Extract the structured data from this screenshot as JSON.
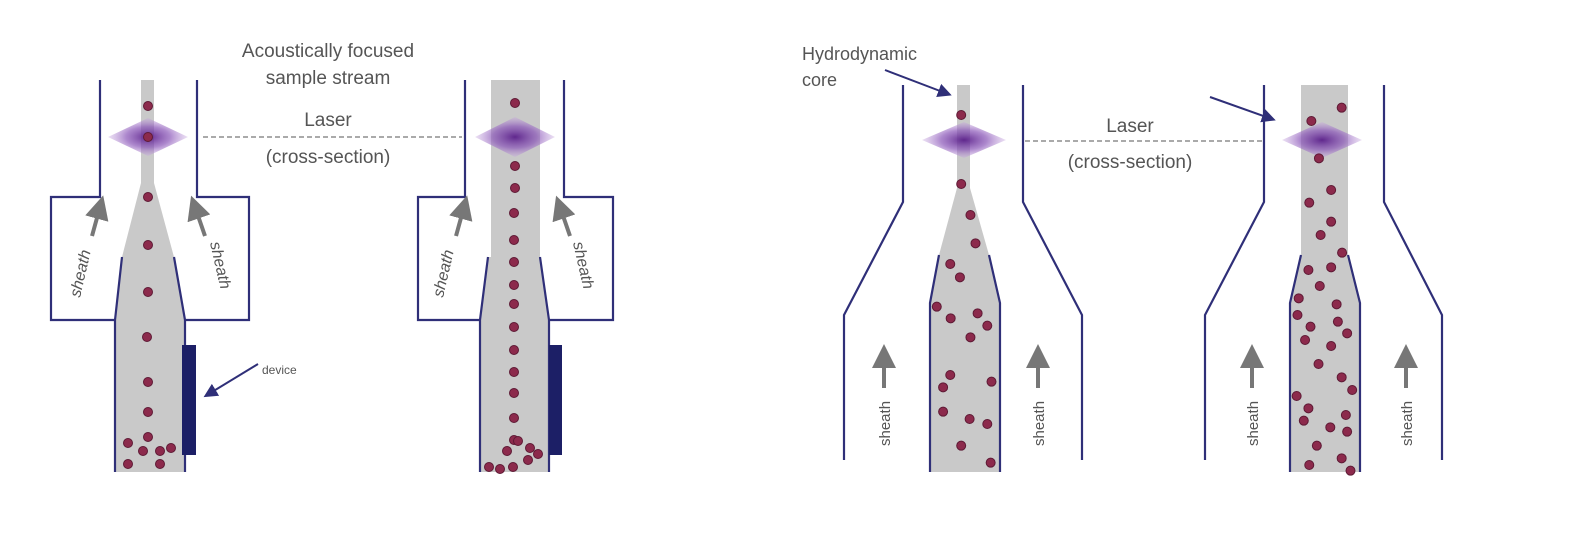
{
  "left_panel": {
    "title_line1": "Acoustically focused",
    "title_line2": "sample stream",
    "laser_label": "Laser",
    "laser_sub": "(cross-section)",
    "device_label": "device",
    "sheath_label": "sheath"
  },
  "right_panel": {
    "core_line1": "Hydrodynamic",
    "core_line2": "core",
    "laser_label": "Laser",
    "laser_sub": "(cross-section)",
    "sheath_label": "sheath"
  },
  "colors": {
    "wall": "#2f2f78",
    "stream": "#c9c9c9",
    "particle": "#8c2a4c",
    "laser": "#7b3fa8",
    "device": "#1c1f66",
    "arrow": "#777777"
  }
}
